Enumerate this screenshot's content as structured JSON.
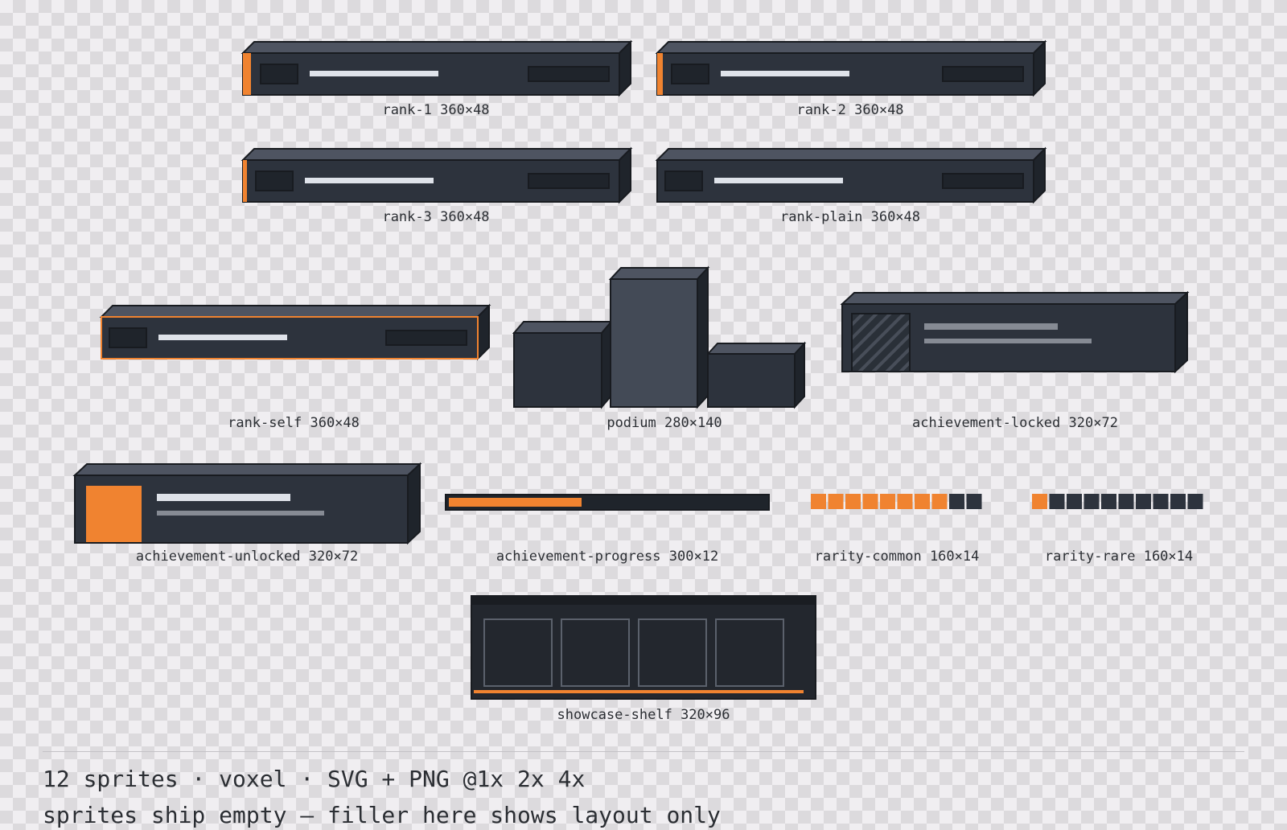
{
  "colors": {
    "accent": "#f08330",
    "body": "#2d333d",
    "top": "#4e5461",
    "side": "#1f242b",
    "outline": "#181b20",
    "bar": "#dfe3ea",
    "muted": "#868b94"
  },
  "sprites": [
    {
      "name": "rank-1",
      "size": "360×48"
    },
    {
      "name": "rank-2",
      "size": "360×48"
    },
    {
      "name": "rank-3",
      "size": "360×48"
    },
    {
      "name": "rank-plain",
      "size": "360×48"
    },
    {
      "name": "rank-self",
      "size": "360×48"
    },
    {
      "name": "podium",
      "size": "280×140"
    },
    {
      "name": "achievement-locked",
      "size": "320×72"
    },
    {
      "name": "achievement-unlocked",
      "size": "320×72"
    },
    {
      "name": "achievement-progress",
      "size": "300×12",
      "progress": 0.42
    },
    {
      "name": "rarity-common",
      "size": "160×14",
      "filled": 8,
      "total": 10
    },
    {
      "name": "rarity-rare",
      "size": "160×14",
      "filled": 1,
      "total": 10
    },
    {
      "name": "showcase-shelf",
      "size": "320×96",
      "slots": 4
    }
  ],
  "footer": {
    "line1": "12 sprites · voxel · SVG + PNG @1x 2x 4x",
    "line2": "sprites ship empty — filler here shows layout only"
  }
}
